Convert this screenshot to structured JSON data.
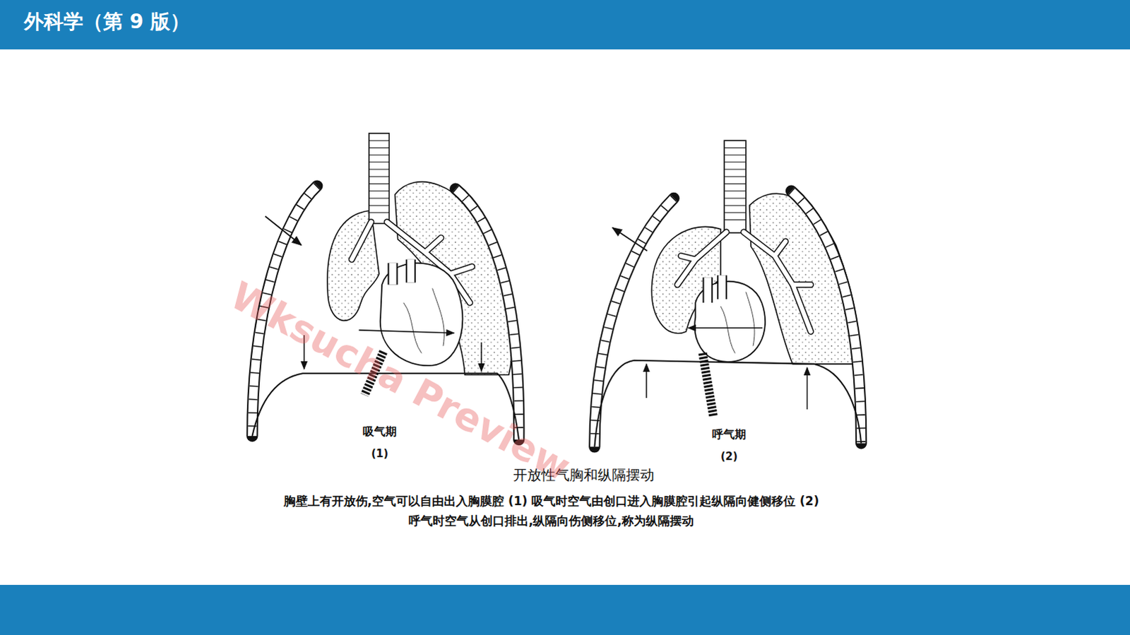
{
  "diagram": {
    "title": "外科学（第 9 版）",
    "caption": "开放性气胸和纵隔摆动",
    "labels": [
      "吸气期",
      "(1)",
      "呼气期",
      "(2)",
      "胸壁上有开放伤,空气可以自由出入胸膜腔 (1) 吸气时空气由创口进入胸膜腔引起纵隔向健侧移位 (2) 呼气时空气从创口排出,纵隔向伤侧移位,称为纵隔摆动",
      "Wksucha Preview"
    ]
  }
}
